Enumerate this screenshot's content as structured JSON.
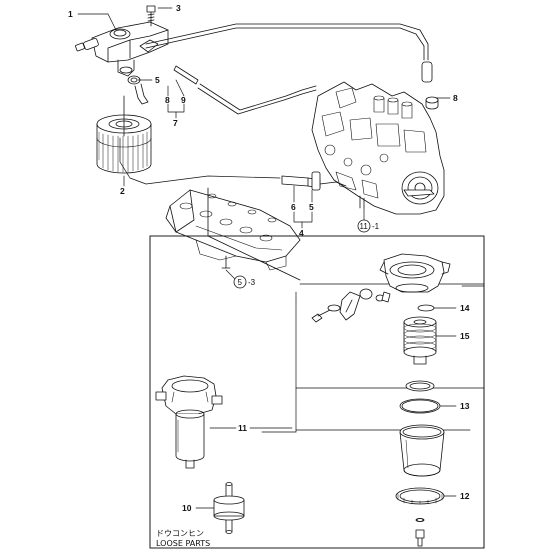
{
  "callouts": {
    "c1": "1",
    "c2": "2",
    "c3": "3",
    "c5a": "5",
    "c8a": "8",
    "c9": "9",
    "c7": "7",
    "c8b": "8",
    "c6": "6",
    "c5b": "5",
    "c4": "4",
    "c11_1_num": "11",
    "c11_1_suffix": "-1",
    "c5_3_num": "5",
    "c5_3_suffix": "-3",
    "c14": "14",
    "c15": "15",
    "c13": "13",
    "c11": "11",
    "c12": "12",
    "c10": "10"
  },
  "loose_parts": {
    "jp": "ドウコンヒン",
    "en": "LOOSE PARTS"
  }
}
